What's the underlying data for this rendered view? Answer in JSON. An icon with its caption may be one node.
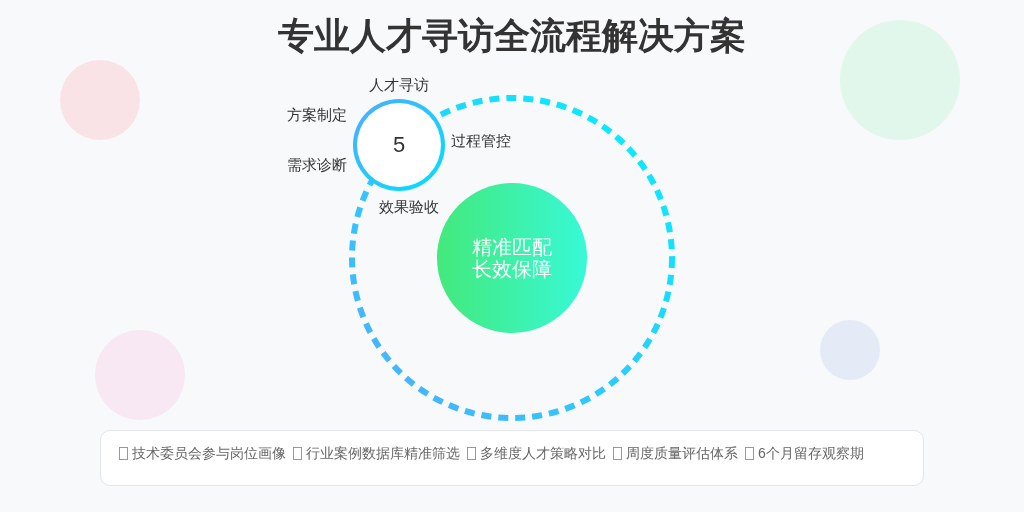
{
  "diagram": {
    "title": "专业人才寻访全流程解决方案",
    "nodes": [
      {
        "text": [],
        "shape": "circle"
      },
      {
        "text": [
          "5"
        ],
        "beside": [
          "需求诊断",
          "方案制定",
          "人才寻访",
          "过程管控",
          "效果验收"
        ]
      },
      {
        "text": [
          "精准匹配",
          "长效保障"
        ],
        "in": 0
      },
      {
        "text": [
          "技术委员会参与岗位画像",
          "行业案例数据库精准筛选",
          "多维度人才策略对比",
          "周度质量评估体系",
          "6个月留存观察期"
        ]
      }
    ]
  }
}
